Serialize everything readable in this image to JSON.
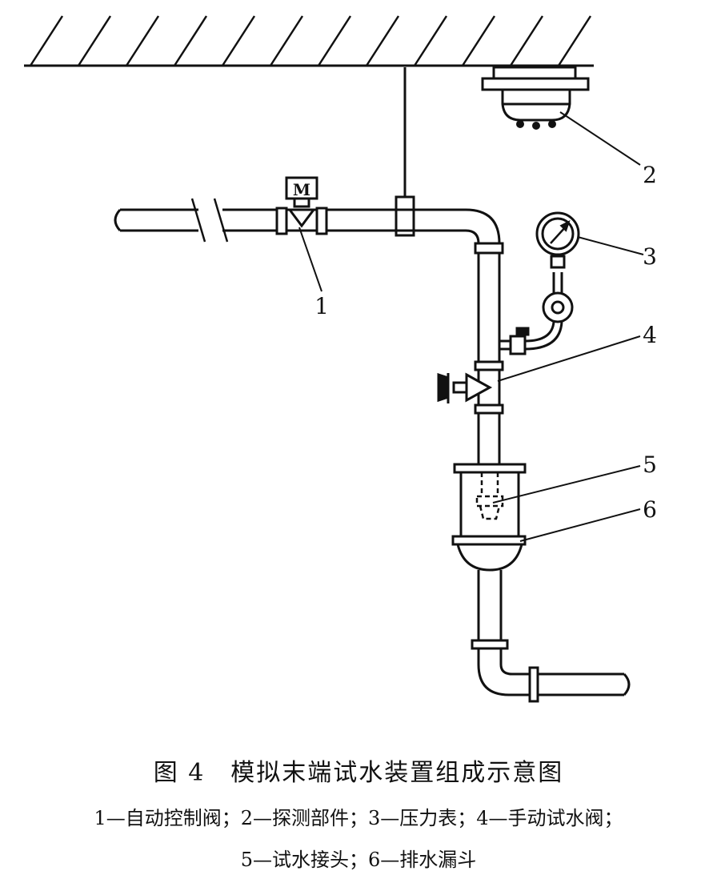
{
  "labels": {
    "n1": "1",
    "n2": "2",
    "n3": "3",
    "n4": "4",
    "n5": "5",
    "n6": "6",
    "motor": "M"
  },
  "caption": {
    "title": "图 4　模拟末端试水装置组成示意图",
    "legend_line1": "1—自动控制阀；2—探测部件；3—压力表；4—手动试水阀；",
    "legend_line2": "5—试水接头；6—排水漏斗"
  }
}
